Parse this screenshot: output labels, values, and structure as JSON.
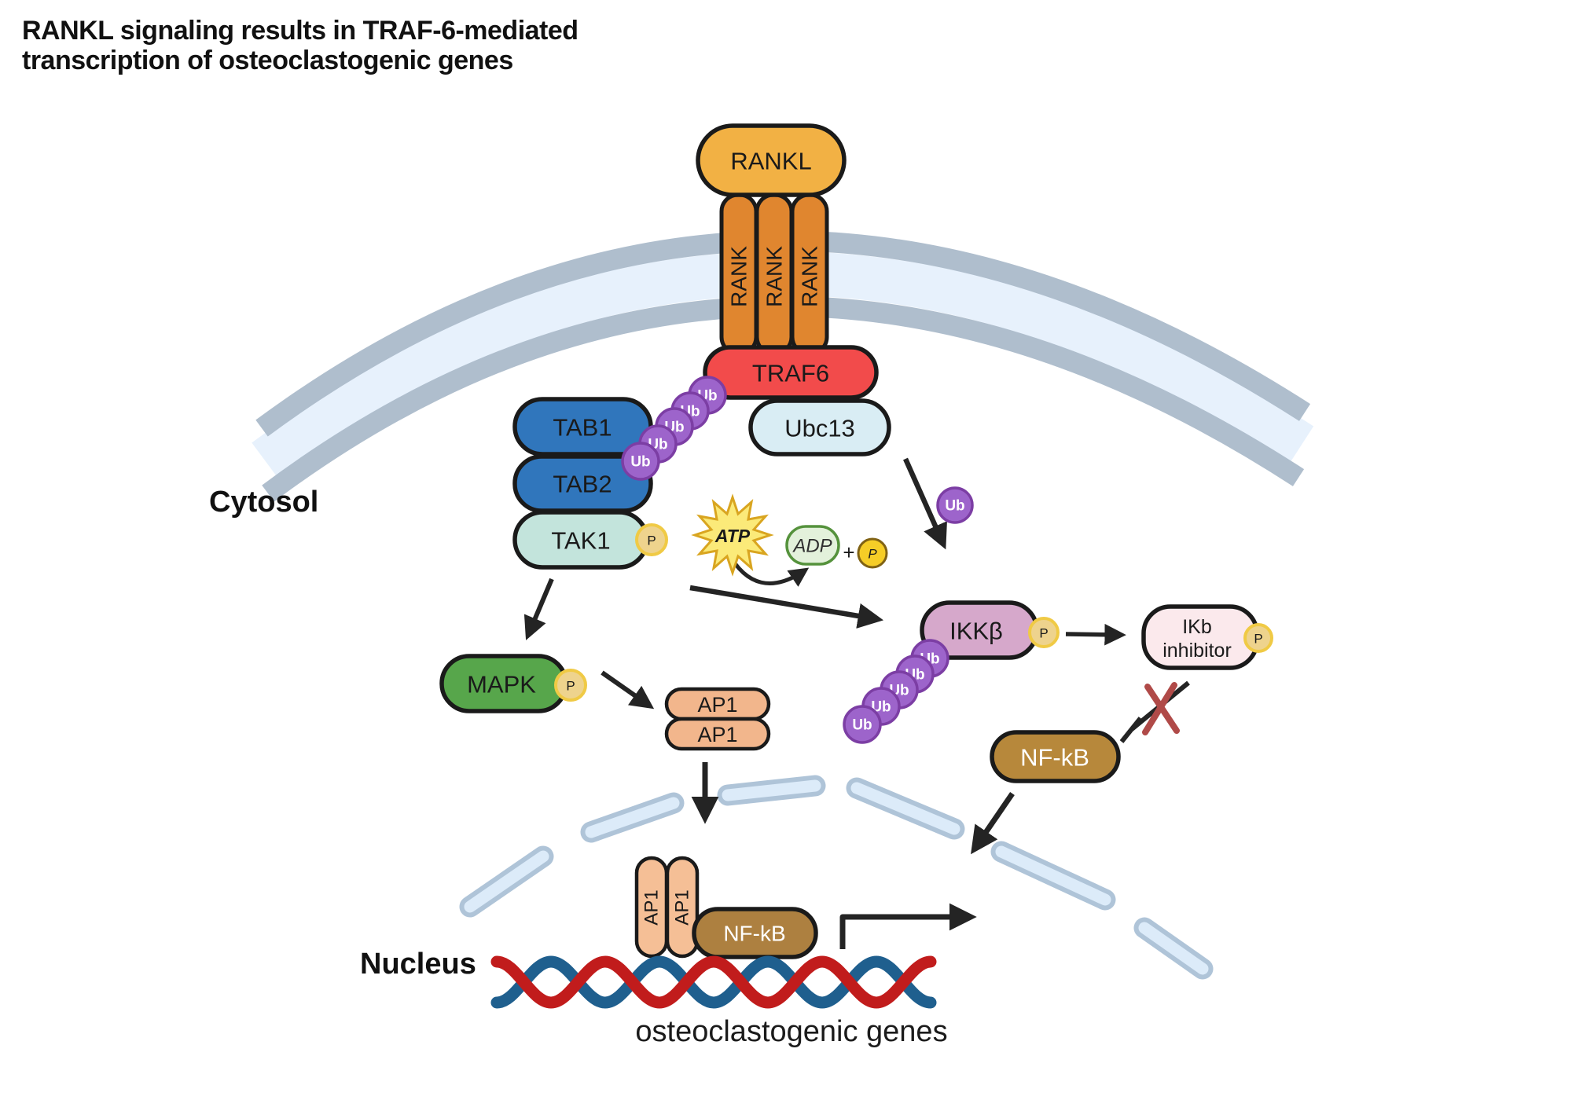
{
  "title": {
    "line1": "RANKL signaling results in TRAF-6-mediated",
    "line2": "transcription of osteoclastogenic genes"
  },
  "regions": {
    "cytosol": "Cytosol",
    "nucleus": "Nucleus"
  },
  "labels": {
    "ub": "Ub",
    "p": "P",
    "plus": "+"
  },
  "nodes": {
    "rankl": {
      "label": "RANKL",
      "color": "#F2B144"
    },
    "rank": {
      "label": "RANK",
      "color": "#E0862F"
    },
    "traf6": {
      "label": "TRAF6",
      "color": "#F24B4B"
    },
    "ubc13": {
      "label": "Ubc13",
      "color": "#D9EDF4"
    },
    "tab1": {
      "label": "TAB1",
      "color": "#3076BC"
    },
    "tab2": {
      "label": "TAB2",
      "color": "#3076BC"
    },
    "tak1": {
      "label": "TAK1",
      "color": "#C3E4DC"
    },
    "mapk": {
      "label": "MAPK",
      "color": "#57A64B"
    },
    "ap1": {
      "label": "AP1",
      "color_cytosol": "#F2B68C",
      "color_nucleus": "#F5BF96"
    },
    "ikkb": {
      "label": "IKKβ",
      "color": "#D6A8CB"
    },
    "ikb_inhibitor": {
      "line1": "IKb",
      "line2": "inhibitor",
      "color": "#FBE9EC"
    },
    "nfkb": {
      "label": "NF-kB",
      "color_cytosol": "#B7883B",
      "color_nucleus": "#AD8040"
    },
    "ub": {
      "color": "#9D64CB",
      "border": "#7C3EA4"
    },
    "atp": {
      "label": "ATP",
      "color": "#FBEA79",
      "border": "#D9A520"
    },
    "adp": {
      "label": "ADP",
      "color": "#E3F1DB",
      "border": "#55923C"
    },
    "p_badge": {
      "fill": "#EED38D",
      "border": "#F0CA45"
    },
    "p_free": {
      "fill": "#F6CD27",
      "border": "#806214"
    }
  },
  "dna": {
    "label": "osteoclastogenic genes",
    "strand_red": "#C11C1C",
    "strand_blue": "#1F5F8E"
  },
  "membrane": {
    "band": "#AFBECD",
    "inner": "#E7F1FC"
  },
  "nucleus_envelope": {
    "border": "#AFC4D8",
    "fill": "#DCEBF9"
  },
  "inhibition_x_color": "#B04A48"
}
